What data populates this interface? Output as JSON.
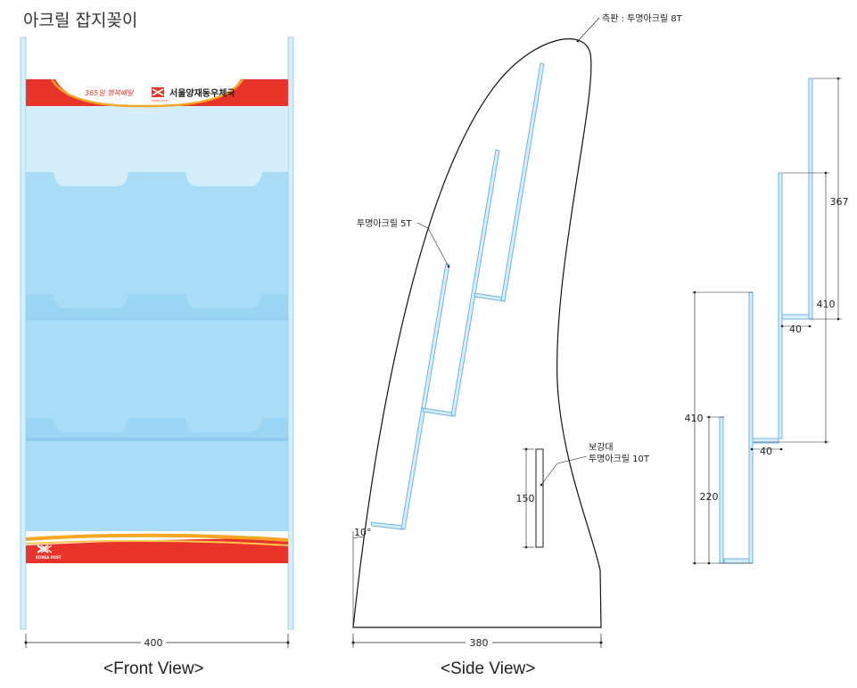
{
  "title": "아크릴 잡지꽂이",
  "views": {
    "front": "<Front View>",
    "side": "<Side View>"
  },
  "front": {
    "header_logo": "서울양재동우체국",
    "header_slogan": "365일 행복배달",
    "header_mark": "KOREA POST",
    "footer_mark": "KOREA POST",
    "width_dim": "400"
  },
  "side": {
    "side_panel_note": "측판 : 투명아크릴 8T",
    "shelf_note": "투명아크릴 5T",
    "brace_note_1": "보강대",
    "brace_note_2": "투명아크릴 10T",
    "brace_dim": "150",
    "angle": "10°",
    "width_dim": "380"
  },
  "detail": {
    "dim_367": "367",
    "dim_410_top": "410",
    "dim_40_top": "40",
    "dim_40_bottom": "40",
    "dim_410_left": "410",
    "dim_220": "220"
  },
  "colors": {
    "banner_red": "#e8332a",
    "banner_orange": "#f5a623",
    "acrylic_light": "#d6eefa",
    "acrylic_pocket": "#a9dcf6",
    "acrylic_edge": "#9fd0ee"
  }
}
